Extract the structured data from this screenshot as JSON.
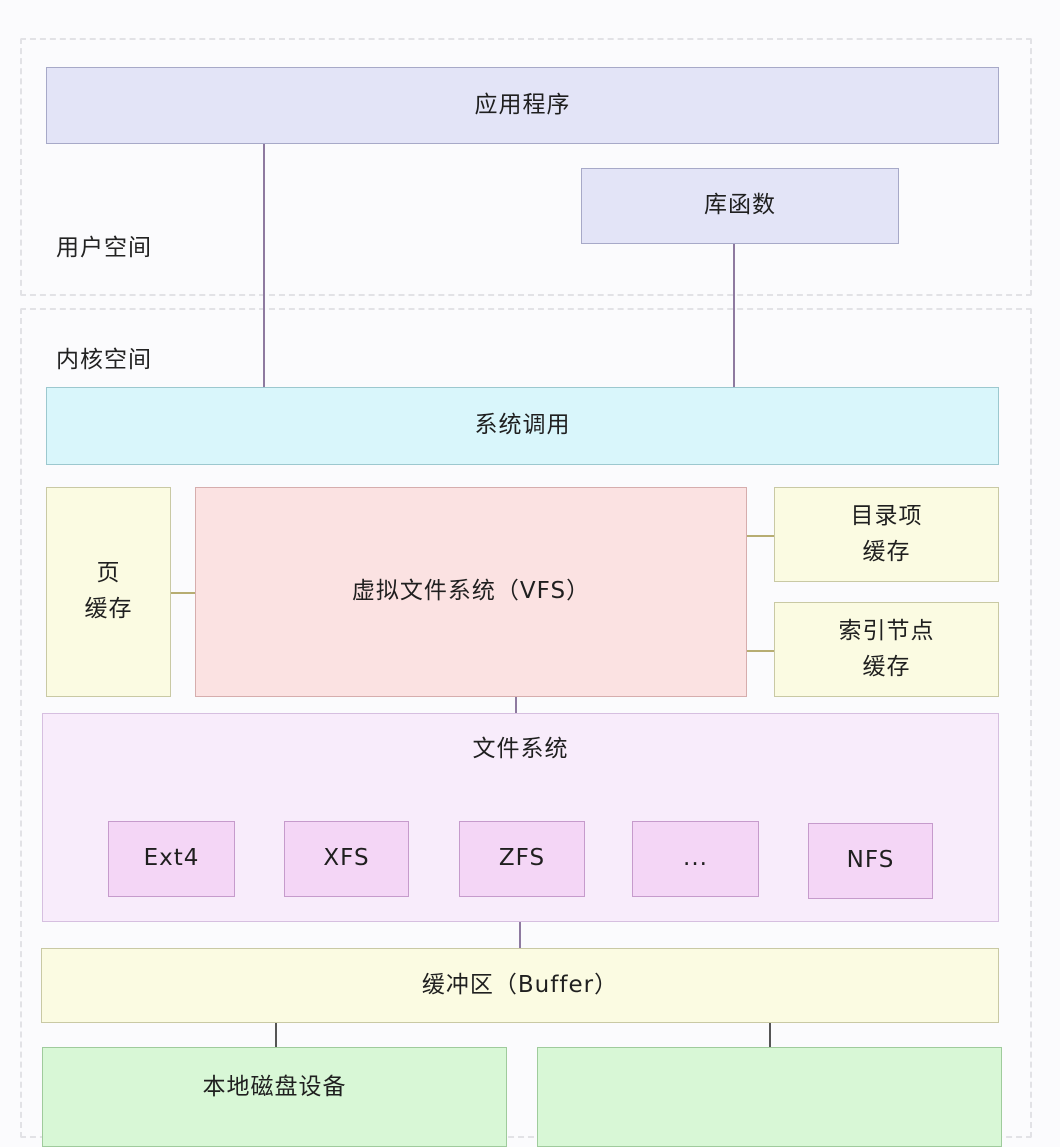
{
  "zones": {
    "user_space": "用户空间",
    "kernel_space": "内核空间"
  },
  "boxes": {
    "application": "应用程序",
    "library": "库函数",
    "syscall": "系统调用",
    "page_cache": [
      "页",
      "缓存"
    ],
    "vfs": "虚拟文件系统（VFS）",
    "dentry_cache": [
      "目录项",
      "缓存"
    ],
    "inode_cache": [
      "索引节点",
      "缓存"
    ],
    "filesystem": "文件系统",
    "fs_types": [
      "Ext4",
      "XFS",
      "ZFS",
      "...",
      "NFS"
    ],
    "buffer": "缓冲区（Buffer）",
    "local_disk": "本地磁盘设备",
    "second_device": ""
  },
  "colors": {
    "application": "#e3e4f7",
    "syscall": "#d9f6fb",
    "cache": "#fbfbe2",
    "vfs": "#fbe2e2",
    "filesystem": "#f8ecfb",
    "fs_item": "#f4d6f6",
    "device": "#d8f7d6"
  }
}
